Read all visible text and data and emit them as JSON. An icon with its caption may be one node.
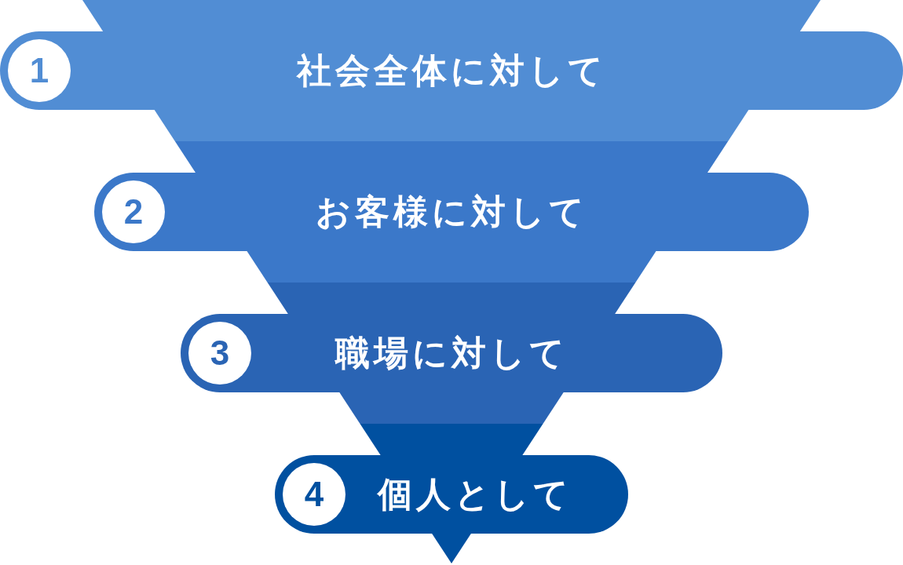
{
  "diagram": {
    "nodes": [
      {
        "text": [
          "1",
          "社会全体に対して"
        ]
      },
      {
        "text": [
          "2",
          "お客様に対して"
        ]
      },
      {
        "text": [
          "3",
          "職場に対して"
        ]
      },
      {
        "text": [
          "4",
          "個人として"
        ]
      }
    ]
  }
}
